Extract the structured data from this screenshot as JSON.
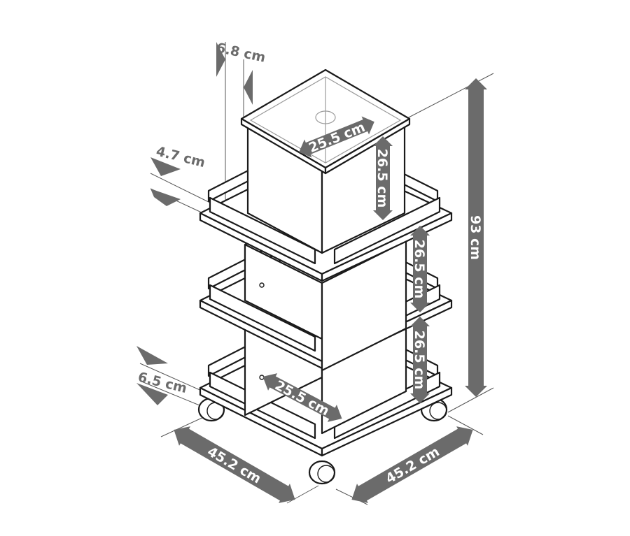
{
  "diagram": {
    "subject": "3-tier rolling storage cart with storage box",
    "colors": {
      "line": "#1a1a1a",
      "dimension_arrow": "#6b6b6b",
      "background": "#ffffff"
    },
    "dimensions": {
      "box_width": "25.5 cm",
      "box_height": "26.5 cm",
      "tier_gap_upper": "26.5 cm",
      "tier_gap_lower": "26.5 cm",
      "inner_width": "25.5 cm",
      "total_height": "93 cm",
      "depth_left": "45.2 cm",
      "width_right": "45.2 cm",
      "rim_height": "4.7 cm",
      "lid_offset": "6.8 cm",
      "base_clearance": "6.5 cm"
    }
  }
}
